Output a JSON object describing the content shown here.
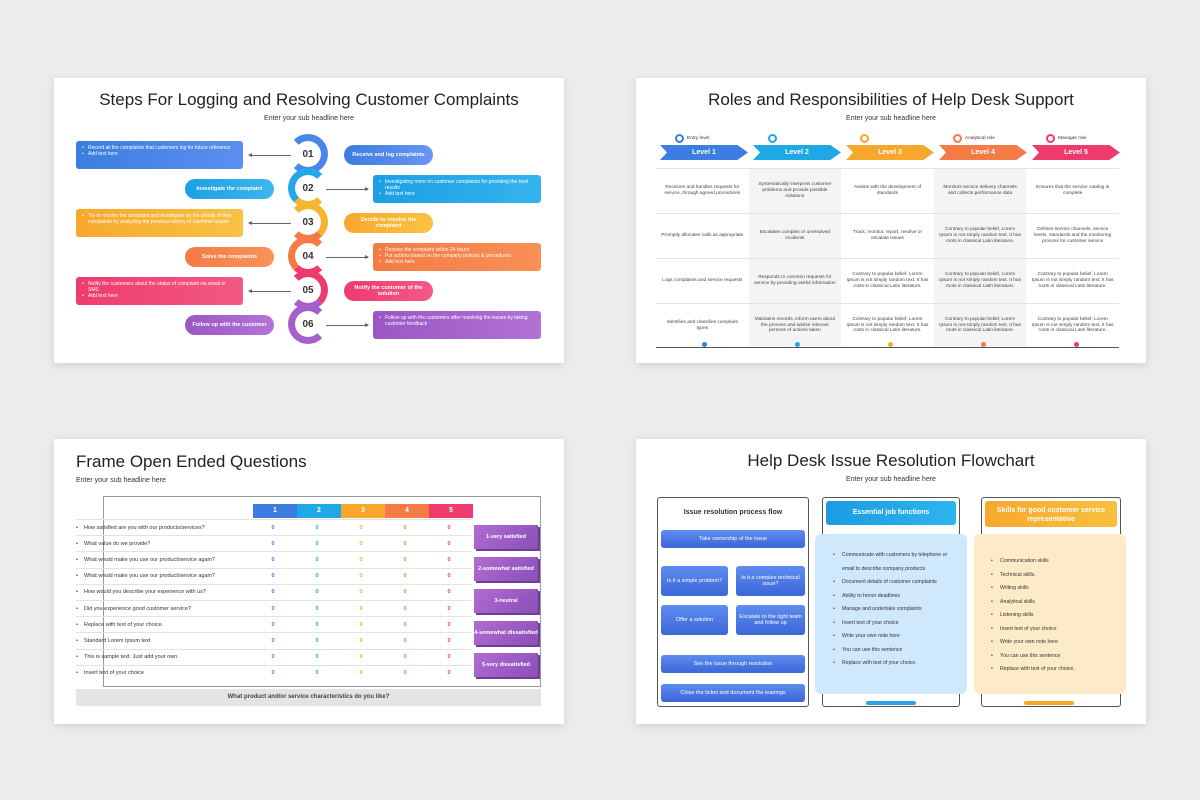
{
  "slide1": {
    "title": "Steps For Logging and Resolving Customer Complaints",
    "steps": [
      {
        "num": "01",
        "pill": "Receive and log complaints",
        "bullets": [
          "Record all the complaints that customers log for future reference",
          "Add text here"
        ]
      },
      {
        "num": "02",
        "pill": "Investigate the complaint",
        "bullets": [
          "Investigating more on customer complaints for providing the best results",
          "Add text here"
        ]
      },
      {
        "num": "03",
        "pill": "Decide to resolve the complaint",
        "bullets": [
          "Try to resolve the complaint and investigate on the details of their complaints by analyzing the previous history of customer issues"
        ]
      },
      {
        "num": "04",
        "pill": "Solve the complaints",
        "bullets": [
          "Resolve the complaint within 24 hours",
          "Put actions based on the company policies & procedures",
          "Add text here"
        ]
      },
      {
        "num": "05",
        "pill": "Notify the customer of the solution",
        "bullets": [
          "Notify the customers about the status of complaint via email or SMS",
          "Add text here"
        ]
      },
      {
        "num": "06",
        "pill": "Follow up with the customer",
        "bullets": [
          "Follow up with the customers after resolving the issues by taking customer feedback"
        ]
      }
    ]
  },
  "slide2": {
    "title": "Roles and Responsibilities of Help Desk Support",
    "subtitle": "Enter your sub headline here",
    "roles": [
      "Entry level",
      "",
      "",
      "Analytical role",
      "Manager role"
    ],
    "levels": [
      "Level 1",
      "Level 2",
      "Level 3",
      "Level 4",
      "Level 5"
    ],
    "colors": [
      "#3b7de0",
      "#1fa8e6",
      "#f7a82c",
      "#f47b45",
      "#ee3b6d"
    ],
    "rows": [
      [
        "Receives and handles requests for service, through agreed procedures",
        "Systematically interprets customer problems and provide possible solutions",
        "Assists with the development of standards",
        "Monitors service delivery channels and collects performance data",
        "Ensures that the service catalog is complete"
      ],
      [
        "Promptly allocates calls as appropriate",
        "Escalates complex or unresolved incidents",
        "Track, monitor, report, resolve or escalate issues",
        "Contrary to popular belief, Lorem Ipsum is not simply random text. It has roots in classical Latin literature.",
        "Defines service channels, service levels, standards and the monitoring process for customer service"
      ],
      [
        "Logs complaints and service requests",
        "Responds to common requests for service by providing useful information",
        "Contrary to popular belief, Lorem Ipsum is not simply random text. It has roots in classical Latin literature.",
        "Contrary to popular belief, Lorem Ipsum is not simply random text. It has roots in classical Latin literature.",
        "Contrary to popular belief, Lorem Ipsum is not simply random text. It has roots in classical Latin literature."
      ],
      [
        "Identifies and classifies complaint types",
        "Maintains records, inform users about the process and advise relevant persons of actions taken",
        "Contrary to popular belief, Lorem Ipsum is not simply random text. It has roots in classical Latin literature.",
        "Contrary to popular belief, Lorem Ipsum is not simply random text. It has roots in classical Latin literature.",
        "Contrary to popular belief, Lorem Ipsum is not simply random text. It has roots in classical Latin literature."
      ]
    ]
  },
  "slide3": {
    "title": "Frame Open Ended Questions",
    "subtitle": "Enter your sub headline here",
    "scale": [
      "1",
      "2",
      "3",
      "4",
      "5"
    ],
    "questions": [
      "How satisfied are you with our products/services?",
      "What value do we provide?",
      "What would make you use our product/service again?",
      "What would make you use our product/service again?",
      "How would you describe your experience with us?",
      "Did you experience good customer service?",
      "Replace with text of your choice.",
      "Standard Lorem Ipsum text",
      "This is sample text. Just add your own.",
      "Insert text of your choice"
    ],
    "value": "0",
    "labels": [
      "1-very satisfied",
      "2-somewhat satisfied",
      "3-neutral",
      "4-somewhat dissatisfied",
      "5-very dissatisfied"
    ],
    "footer": "What product and/or service characteristics do you like?"
  },
  "slide4": {
    "title": "Help Desk Issue Resolution Flowchart",
    "subtitle": "Enter your sub headline here",
    "flow_title": "Issue resolution process flow",
    "flow": {
      "own": "Take ownership of the issue",
      "simple": "Is it a simple problem?",
      "complex": "Is it a complex technical issue?",
      "offer": "Offer a solution",
      "escalate": "Escalate to the right team and follow up",
      "see": "See the issue through resolution",
      "close": "Close the ticket and document the leanings"
    },
    "functions_title": "Essential job functions",
    "functions": [
      "Communicate with customers by telephone or email to describe company products",
      "Document details of customer complaints",
      "Ability to honor deadlines",
      "Manage and undertake complaints",
      "Insert text of your choice",
      "Write your own note here",
      "You can use this sentence",
      "Replace with text of your choice."
    ],
    "skills_title": "Skills for good customer service representative",
    "skills": [
      "Communication skills",
      "Technical skills.",
      "Writing skills",
      "Analytical skills",
      "Listening skills",
      "Insert text of your choice",
      "Write your own note here",
      "You can use this sentence",
      "Replace with text of your choice."
    ]
  }
}
